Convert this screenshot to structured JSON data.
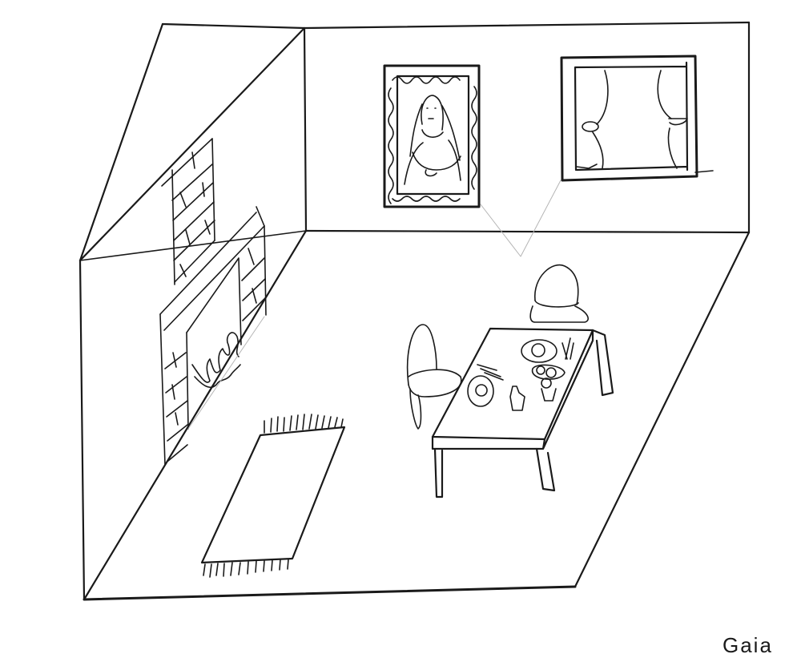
{
  "artwork": {
    "medium": "pencil line drawing",
    "subject": "room interior in perspective",
    "signature": "Gaia",
    "colors": {
      "ink": "#1a1a1a",
      "paper": "#ffffff",
      "guide_lines": "#b5b5b5"
    }
  },
  "elements": {
    "walls": [
      "left-wall",
      "back-wall",
      "floor"
    ],
    "fireplace": {
      "parts": [
        "chimney-bricks",
        "hearth-opening",
        "flames"
      ]
    },
    "painting": {
      "depicts": "portrait of a woman with long hair",
      "frame": "wavy border"
    },
    "window": {
      "parts": [
        "frame",
        "two curtains with tie-backs",
        "sill"
      ]
    },
    "table": {
      "items": [
        "two plates with food",
        "cutlery",
        "bottle",
        "bowl of fruit"
      ]
    },
    "chairs": 2,
    "rug": {
      "fringe": "both short ends"
    }
  }
}
